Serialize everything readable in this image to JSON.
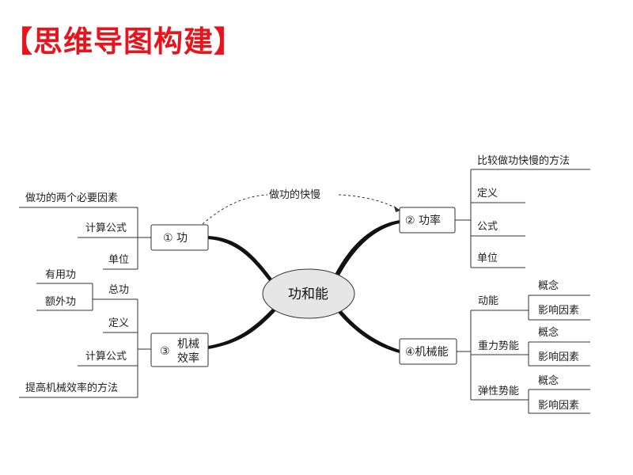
{
  "title": "【思维导图构建】",
  "center": "功和能",
  "dashed_link": "做功的快慢",
  "branches": {
    "b1": {
      "label": "① 功",
      "items": [
        "做功的两个必要因素",
        "计算公式",
        "单位"
      ]
    },
    "b2": {
      "label": "② 功率",
      "items": [
        "比较做功快慢的方法",
        "定义",
        "公式",
        "单位"
      ]
    },
    "b3": {
      "circled": "③",
      "label_line1": "机械",
      "label_line2": "效率",
      "total_work": "总功",
      "total_sub": [
        "有用功",
        "额外功"
      ],
      "items": [
        "定义",
        "计算公式",
        "提高机械效率的方法"
      ]
    },
    "b4": {
      "label": "④机械能",
      "groups": [
        {
          "name": "动能",
          "sub": [
            "概念",
            "影响因素"
          ]
        },
        {
          "name": "重力势能",
          "sub": [
            "概念",
            "影响因素"
          ]
        },
        {
          "name": "弹性势能",
          "sub": [
            "概念",
            "影响因素"
          ]
        }
      ]
    }
  }
}
